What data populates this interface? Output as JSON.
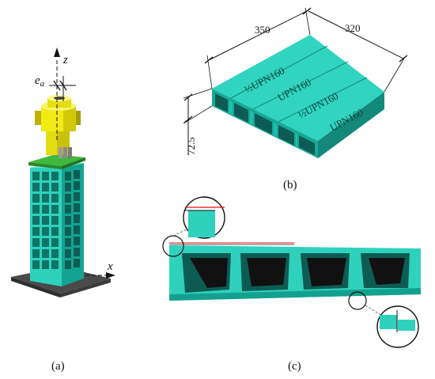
{
  "panels": {
    "a": {
      "caption": "(a)",
      "axis_z": "z",
      "axis_x": "x",
      "ecc_main": "e",
      "ecc_sub": "a"
    },
    "b": {
      "caption": "(b)",
      "dim_length": "350",
      "dim_width": "320",
      "dim_height": "72.5",
      "labels": [
        "½UPN160",
        "UPN160",
        "½UPN160",
        "UPN160"
      ]
    },
    "c": {
      "caption": "(c)"
    }
  },
  "colors": {
    "teal": "#30d4c0",
    "teal_dark": "#14a08f",
    "teal_shade": "#0f7466",
    "yellow": "#f2ea14",
    "green_plate": "#3bb23b",
    "base_plate": "#555555",
    "imperfection_line": "#e01010"
  }
}
